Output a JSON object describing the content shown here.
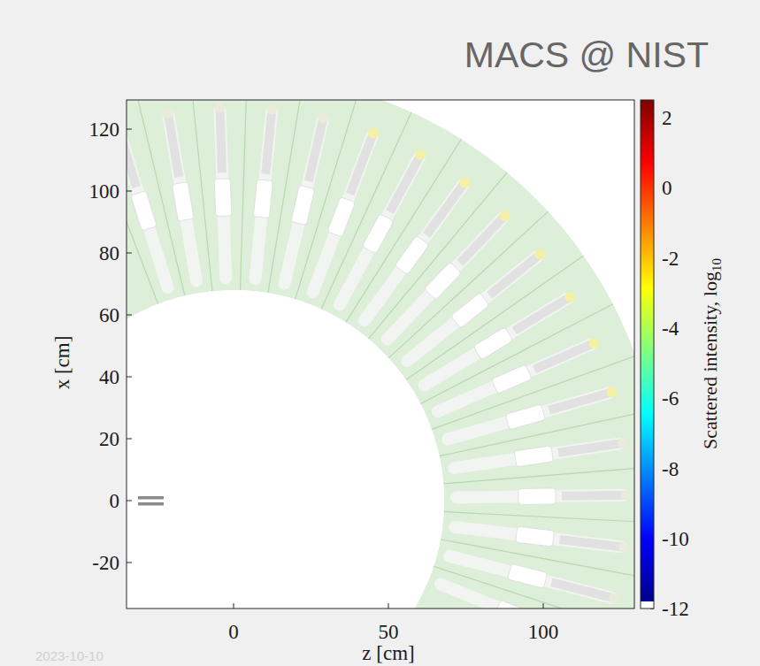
{
  "diagram": {
    "title": "MACS @ NIST",
    "labels": [
      "120",
      "100",
      "80",
      "60",
      "40",
      "20",
      "0",
      "-20",
      "0",
      "50",
      "100",
      "x [cm]",
      "z [cm]",
      "2",
      "0",
      "-2",
      "-4",
      "-6",
      "-8",
      "-10",
      "-12",
      "Scattered intensity, log",
      "10",
      "2023-10-10"
    ]
  }
}
